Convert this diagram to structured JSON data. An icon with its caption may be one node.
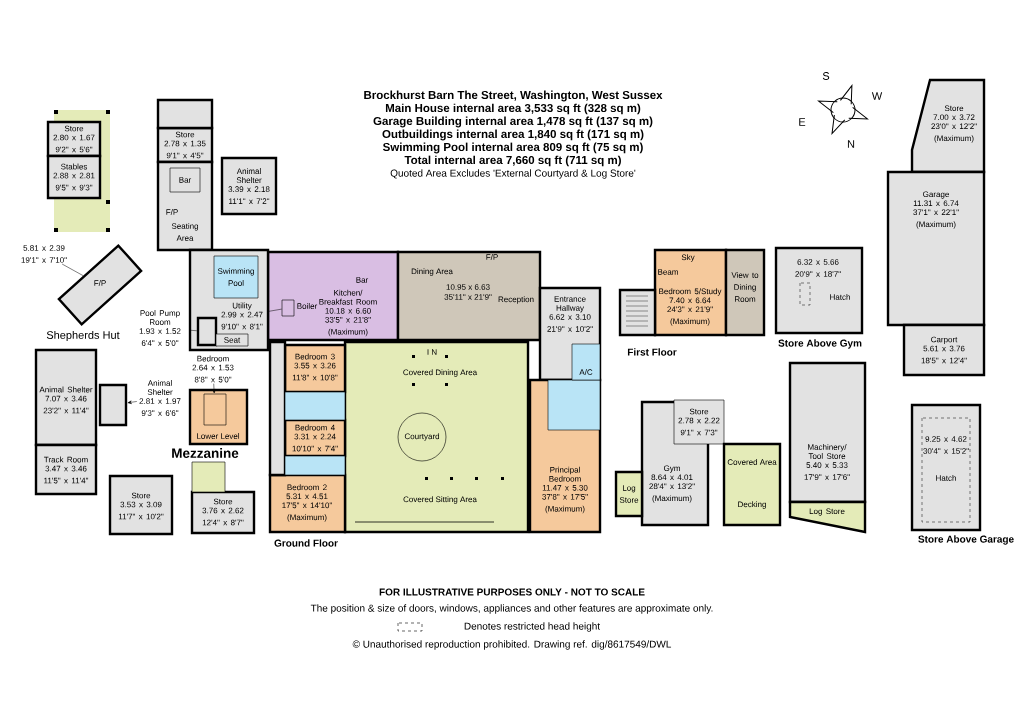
{
  "diagram": {
    "title": "Brockhurst Barn The Street, Washington, West Sussex",
    "nodes": [
      {
        "text": [
          "Store",
          "2.80 x 1.67",
          "9'2\" x 5'6\""
        ]
      },
      {
        "text": [
          "Stables",
          "2.88 x 2.81",
          "9'5\" x 9'3\""
        ]
      },
      {
        "text": [
          "Store",
          "2.78 x 1.35",
          "9'1\" x 4'5\""
        ]
      },
      {
        "text": [
          "Bar"
        ],
        "in": 45
      },
      {
        "text": [
          "Animal Shelter",
          "3.39 x 2.18",
          "11'1\" x 7'2\""
        ]
      },
      {
        "text": [
          "5.81 x 2.39",
          "19'1\" x 7'10\""
        ]
      },
      {
        "text": [],
        "shape": "box"
      },
      {
        "text": [
          "Swimming Pool"
        ],
        "in": 46
      },
      {
        "text": [
          "Utility",
          "2.99 x 2.47",
          "9'10\" x 8'1\""
        ],
        "in": 46
      },
      {
        "text": [
          "Pool Pump Room",
          "1.93 x 1.52",
          "6'4\" x 5'0\""
        ]
      },
      {
        "text": [],
        "shape": "box",
        "in": 46
      },
      {
        "text": [
          "Seat"
        ],
        "in": 46
      },
      {
        "text": [
          "Kitchen/ Breakfast Room",
          "10.18 x 6.60",
          "33'5\" x 21'8\"",
          "(Maximum)"
        ]
      },
      {
        "text": [
          "Dining Area",
          "10.95 x 6.63",
          "35'11\" x 21'9\"",
          "Reception"
        ]
      },
      {
        "text": [
          "Entrance Hallway",
          "6.62 x 3.10",
          "21'9\" x 10'2\""
        ]
      },
      {
        "text": [
          "Covered Dining Area",
          "Covered Sitting Area"
        ]
      },
      {
        "text": [
          "Courtyard"
        ],
        "in": 15
      },
      {
        "text": [
          "Bedroom 3",
          "3.55 x 3.26",
          "11'8\" x 10'8\""
        ]
      },
      {
        "text": [
          "Bedroom 4",
          "3.31 x 2.24",
          "10'10\" x 7'4\""
        ]
      },
      {
        "text": [
          "Bedroom 2",
          "5.31 x 4.51",
          "17'5\" x 14'10\"",
          "(Maximum)"
        ]
      },
      {
        "text": [
          "Principal Bedroom",
          "11.47 x 5.30",
          "37'8\" x 17'5\"",
          "(Maximum)"
        ]
      },
      {
        "text": [
          "Bedroom 5/Study",
          "7.40 x 6.64",
          "24'3\" x 21'9\"",
          "(Maximum)"
        ]
      },
      {
        "text": [
          "View to Dining Room"
        ]
      },
      {
        "text": [
          "6.32 x 5.66",
          "20'9\" x 18'7\""
        ]
      },
      {
        "text": [
          "Gym",
          "8.64 x 4.01",
          "28'4\" x 13'2\"",
          "(Maximum)"
        ]
      },
      {
        "text": [
          "Store",
          "2.78 x 2.22",
          "9'1\" x 7'3\""
        ]
      },
      {
        "text": [
          "Covered Area",
          "Decking"
        ]
      },
      {
        "text": [
          "Log Store"
        ]
      },
      {
        "text": [
          "Store",
          "7.00 x 3.72",
          "23'0\" x 12'2\"",
          "(Maximum)"
        ]
      },
      {
        "text": [
          "Garage",
          "11.31 x 6.74",
          "37'1\" x 22'1\"",
          "(Maximum)"
        ]
      },
      {
        "text": [
          "Carport",
          "5.61 x 3.76",
          "18'5\" x 12'4\""
        ]
      },
      {
        "text": [
          "Machinery/ Tool Store",
          "5.40 x 5.33",
          "17'9\" x 17'6\""
        ]
      },
      {
        "text": [
          "Log Store"
        ]
      },
      {
        "text": [
          "9.25 x 4.62",
          "30'4\" x 15'2\""
        ]
      },
      {
        "text": [
          "Animal Shelter",
          "7.07 x 3.46",
          "23'2\" x 11'4\""
        ]
      },
      {
        "text": [
          "Track Room",
          "3.47 x 3.46",
          "11'5\" x 11'4\""
        ]
      },
      {
        "text": [
          "Animal Shelter",
          "2.81 x 1.97",
          "9'3\" x 6'6\""
        ]
      },
      {
        "text": [],
        "shape": "box"
      },
      {
        "text": [
          "Bedroom",
          "2.64 x 1.53",
          "8'8\" x 5'0\""
        ]
      },
      {
        "text": [
          "Lower Level"
        ]
      },
      {
        "text": [],
        "shape": "box",
        "in": 39
      },
      {
        "text": [
          "Store",
          "3.53 x 3.09",
          "11'7\" x 10'2\""
        ]
      },
      {
        "text": [
          "Store",
          "3.76 x 2.62",
          "12'4\" x 8'7\""
        ]
      },
      {
        "text": [],
        "shape": "box",
        "in": 12
      },
      {
        "text": [],
        "shape": "box"
      },
      {
        "text": [],
        "shape": "box"
      },
      {
        "text": [],
        "shape": "box"
      },
      {
        "text": [],
        "shape": "box"
      },
      {
        "text": [],
        "shape": "box"
      },
      {
        "text": [],
        "shape": "box"
      },
      {
        "text": [],
        "shape": "box",
        "in": 20
      },
      {
        "text": [],
        "shape": "box",
        "in": 14
      },
      {
        "text": [],
        "shape": "box"
      },
      {
        "text": [],
        "shape": "box"
      }
    ],
    "edges": [
      {
        "from": 5,
        "to": 6,
        "arrow": "none"
      },
      {
        "from": 8,
        "to": 43,
        "arrow": "none"
      },
      {
        "from": 9,
        "to": 10,
        "arrow": "none"
      },
      {
        "from": 36,
        "to": 37,
        "arrow": "to"
      },
      {
        "from": 38,
        "to": 40,
        "arrow": "to"
      }
    ],
    "labels": [
      "Main House internal area 3,533 sq ft (328 sq m)",
      "Garage Building internal area 1,478 sq ft (137 sq m)",
      "Outbuildings internal area 1,840 sq ft (171 sq m)",
      "Swimming Pool internal area 809 sq ft (75 sq m)",
      "Total internal area 7,660 sq ft (711 sq m)",
      "Quoted Area Excludes 'External Courtyard & Log Store'",
      "S",
      "W",
      "E",
      "N",
      "F/P",
      "Seating Area",
      "F/P",
      "Shepherds Hut",
      "Boiler",
      "Bar",
      "F/P",
      "I N",
      "A/C",
      "Sky",
      "Beam",
      "First Floor",
      "Hatch",
      "Store Above Gym",
      "Mezzanine",
      "Ground Floor",
      "Hatch",
      "Store Above Garage",
      "FOR ILLUSTRATIVE PURPOSES ONLY - NOT TO SCALE",
      "The position & size of doors, windows, appliances and other features are approximate only.",
      "Denotes restricted head height",
      "© Unauthorised reproduction prohibited. Drawing ref. dig/8617549/DWL"
    ]
  }
}
